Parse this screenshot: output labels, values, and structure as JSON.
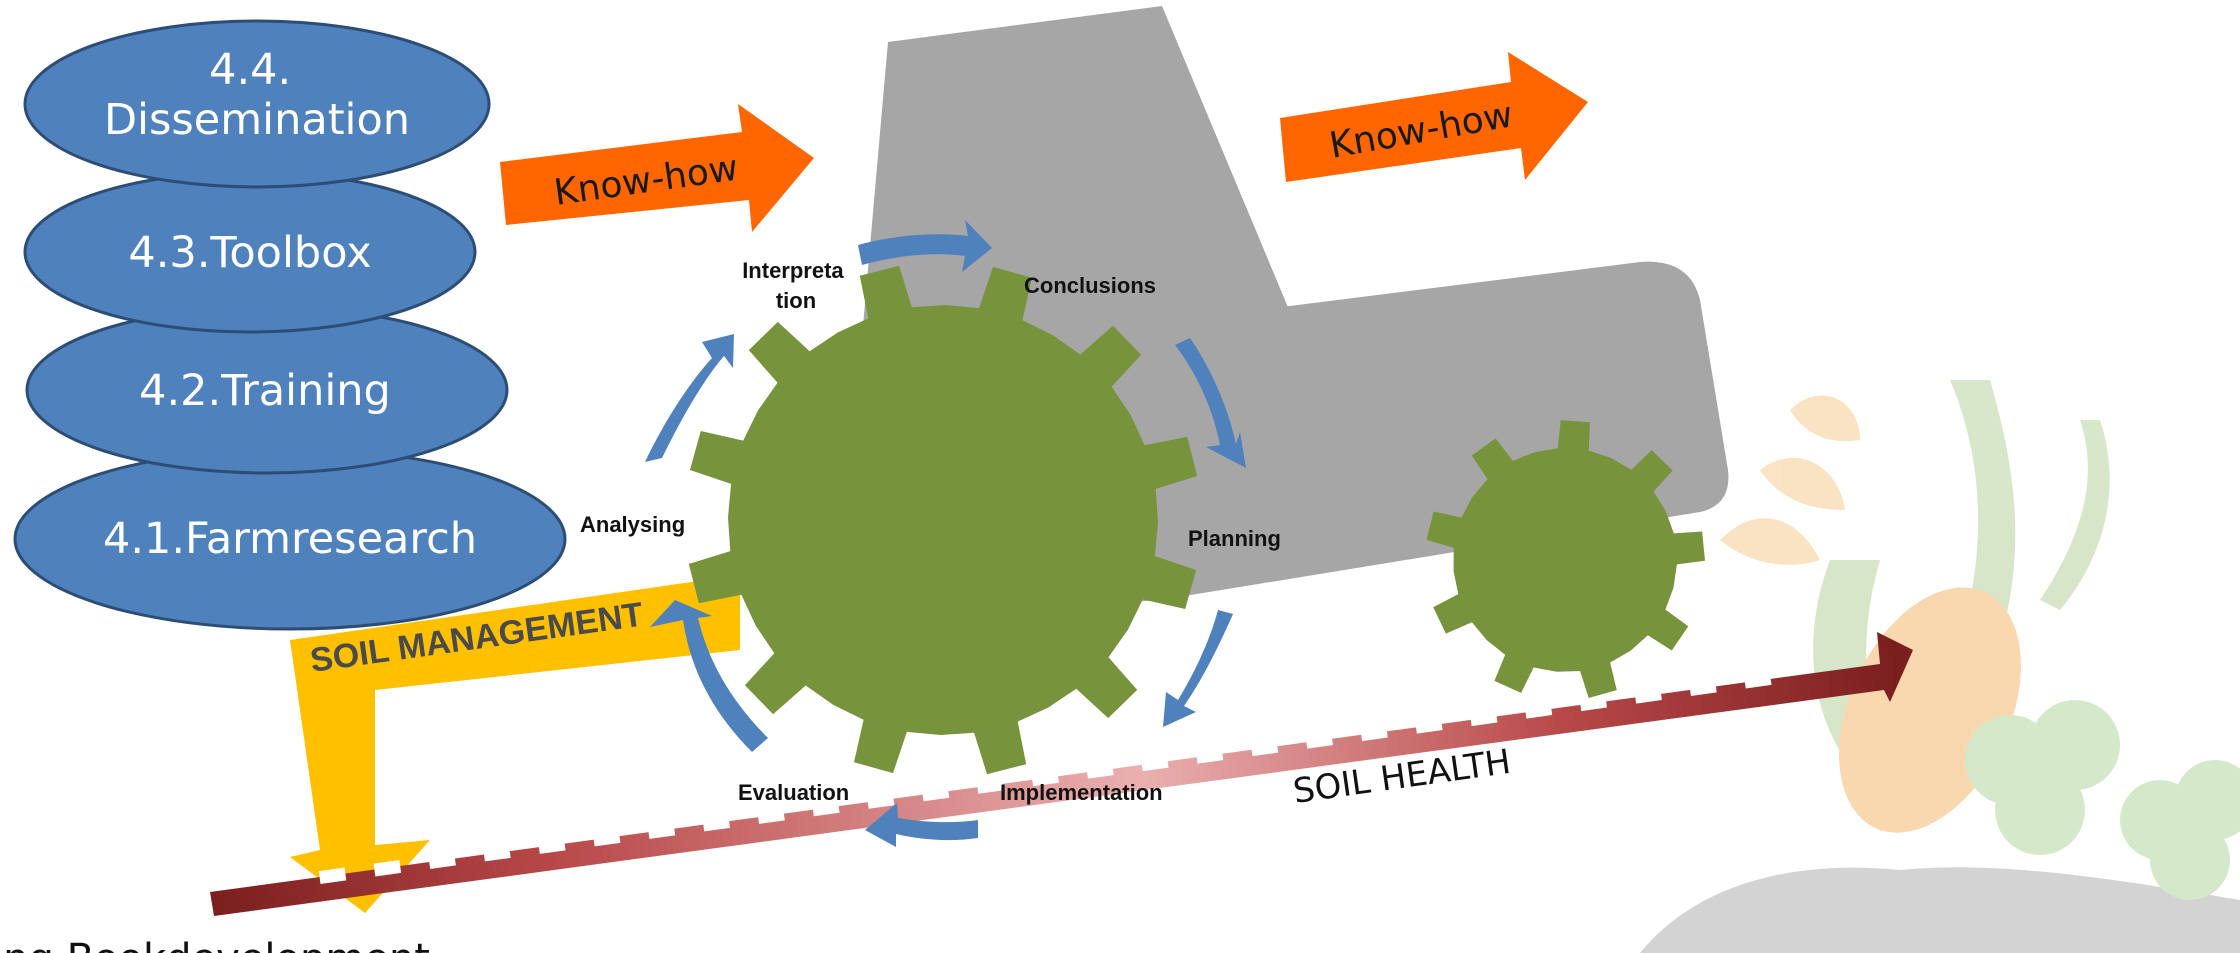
{
  "phases": {
    "dissemination": "4.4.\nDissemination",
    "toolbox": "4.3.Toolbox",
    "training": "4.2.Training",
    "farmresearch": "4.1.Farmresearch"
  },
  "arrows": {
    "knowhow_left": "Know-how",
    "knowhow_right": "Know-how"
  },
  "cycle": {
    "interpretation": "Interpreta\ntion",
    "conclusions": "Conclusions",
    "planning": "Planning",
    "implementation": "Implementation",
    "evaluation": "Evaluation",
    "analysing": "Analysing"
  },
  "bands": {
    "soil_management": "SOIL MANAGEMENT",
    "soil_health": "SOIL HEALTH"
  },
  "footer": "ing Bookdevelopment",
  "colors": {
    "ellipse": "#4f81bd",
    "ellipse_stroke": "#2c4d75",
    "knowhow_arrow": "#ff6600",
    "gear": "#77933c",
    "tractor": "#a6a6a6",
    "cycle_arrow": "#4f81bd",
    "soil_management": "#ffc000",
    "soil_health": "#a33b3b"
  }
}
